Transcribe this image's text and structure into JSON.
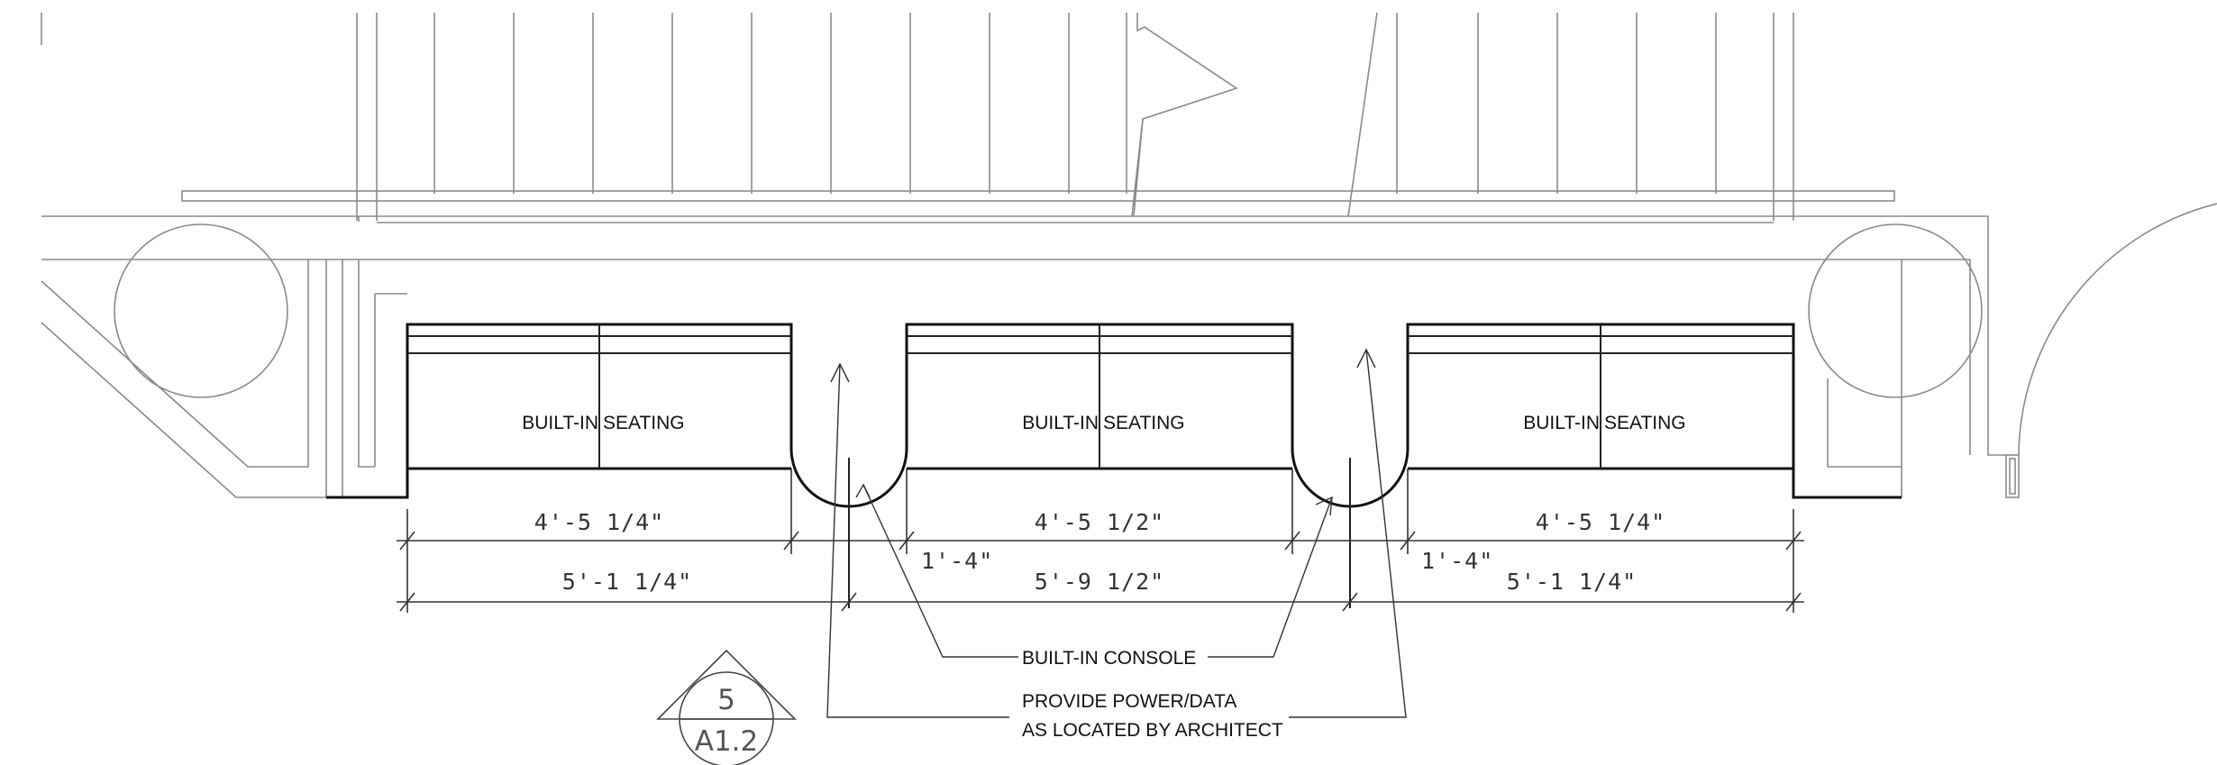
{
  "seating_labels": [
    {
      "left": "BUILT-IN",
      "right": "SEATING"
    },
    {
      "left": "BUILT-IN",
      "right": "SEATING"
    },
    {
      "left": "BUILT-IN",
      "right": "SEATING"
    }
  ],
  "dimensions": {
    "upper": [
      "4'-5 1/4\"",
      "4'-5 1/2\"",
      "4'-5 1/4\""
    ],
    "lower": [
      "5'-1 1/4\"",
      "5'-9 1/2\"",
      "5'-1 1/4\""
    ],
    "console_widths": [
      "1'-4\"",
      "1'-4\""
    ]
  },
  "notes": {
    "console": "BUILT-IN CONSOLE",
    "power_line1": "PROVIDE POWER/DATA",
    "power_line2": "AS LOCATED BY ARCHITECT"
  },
  "section_tag": {
    "number": "5",
    "sheet": "A1.2"
  }
}
